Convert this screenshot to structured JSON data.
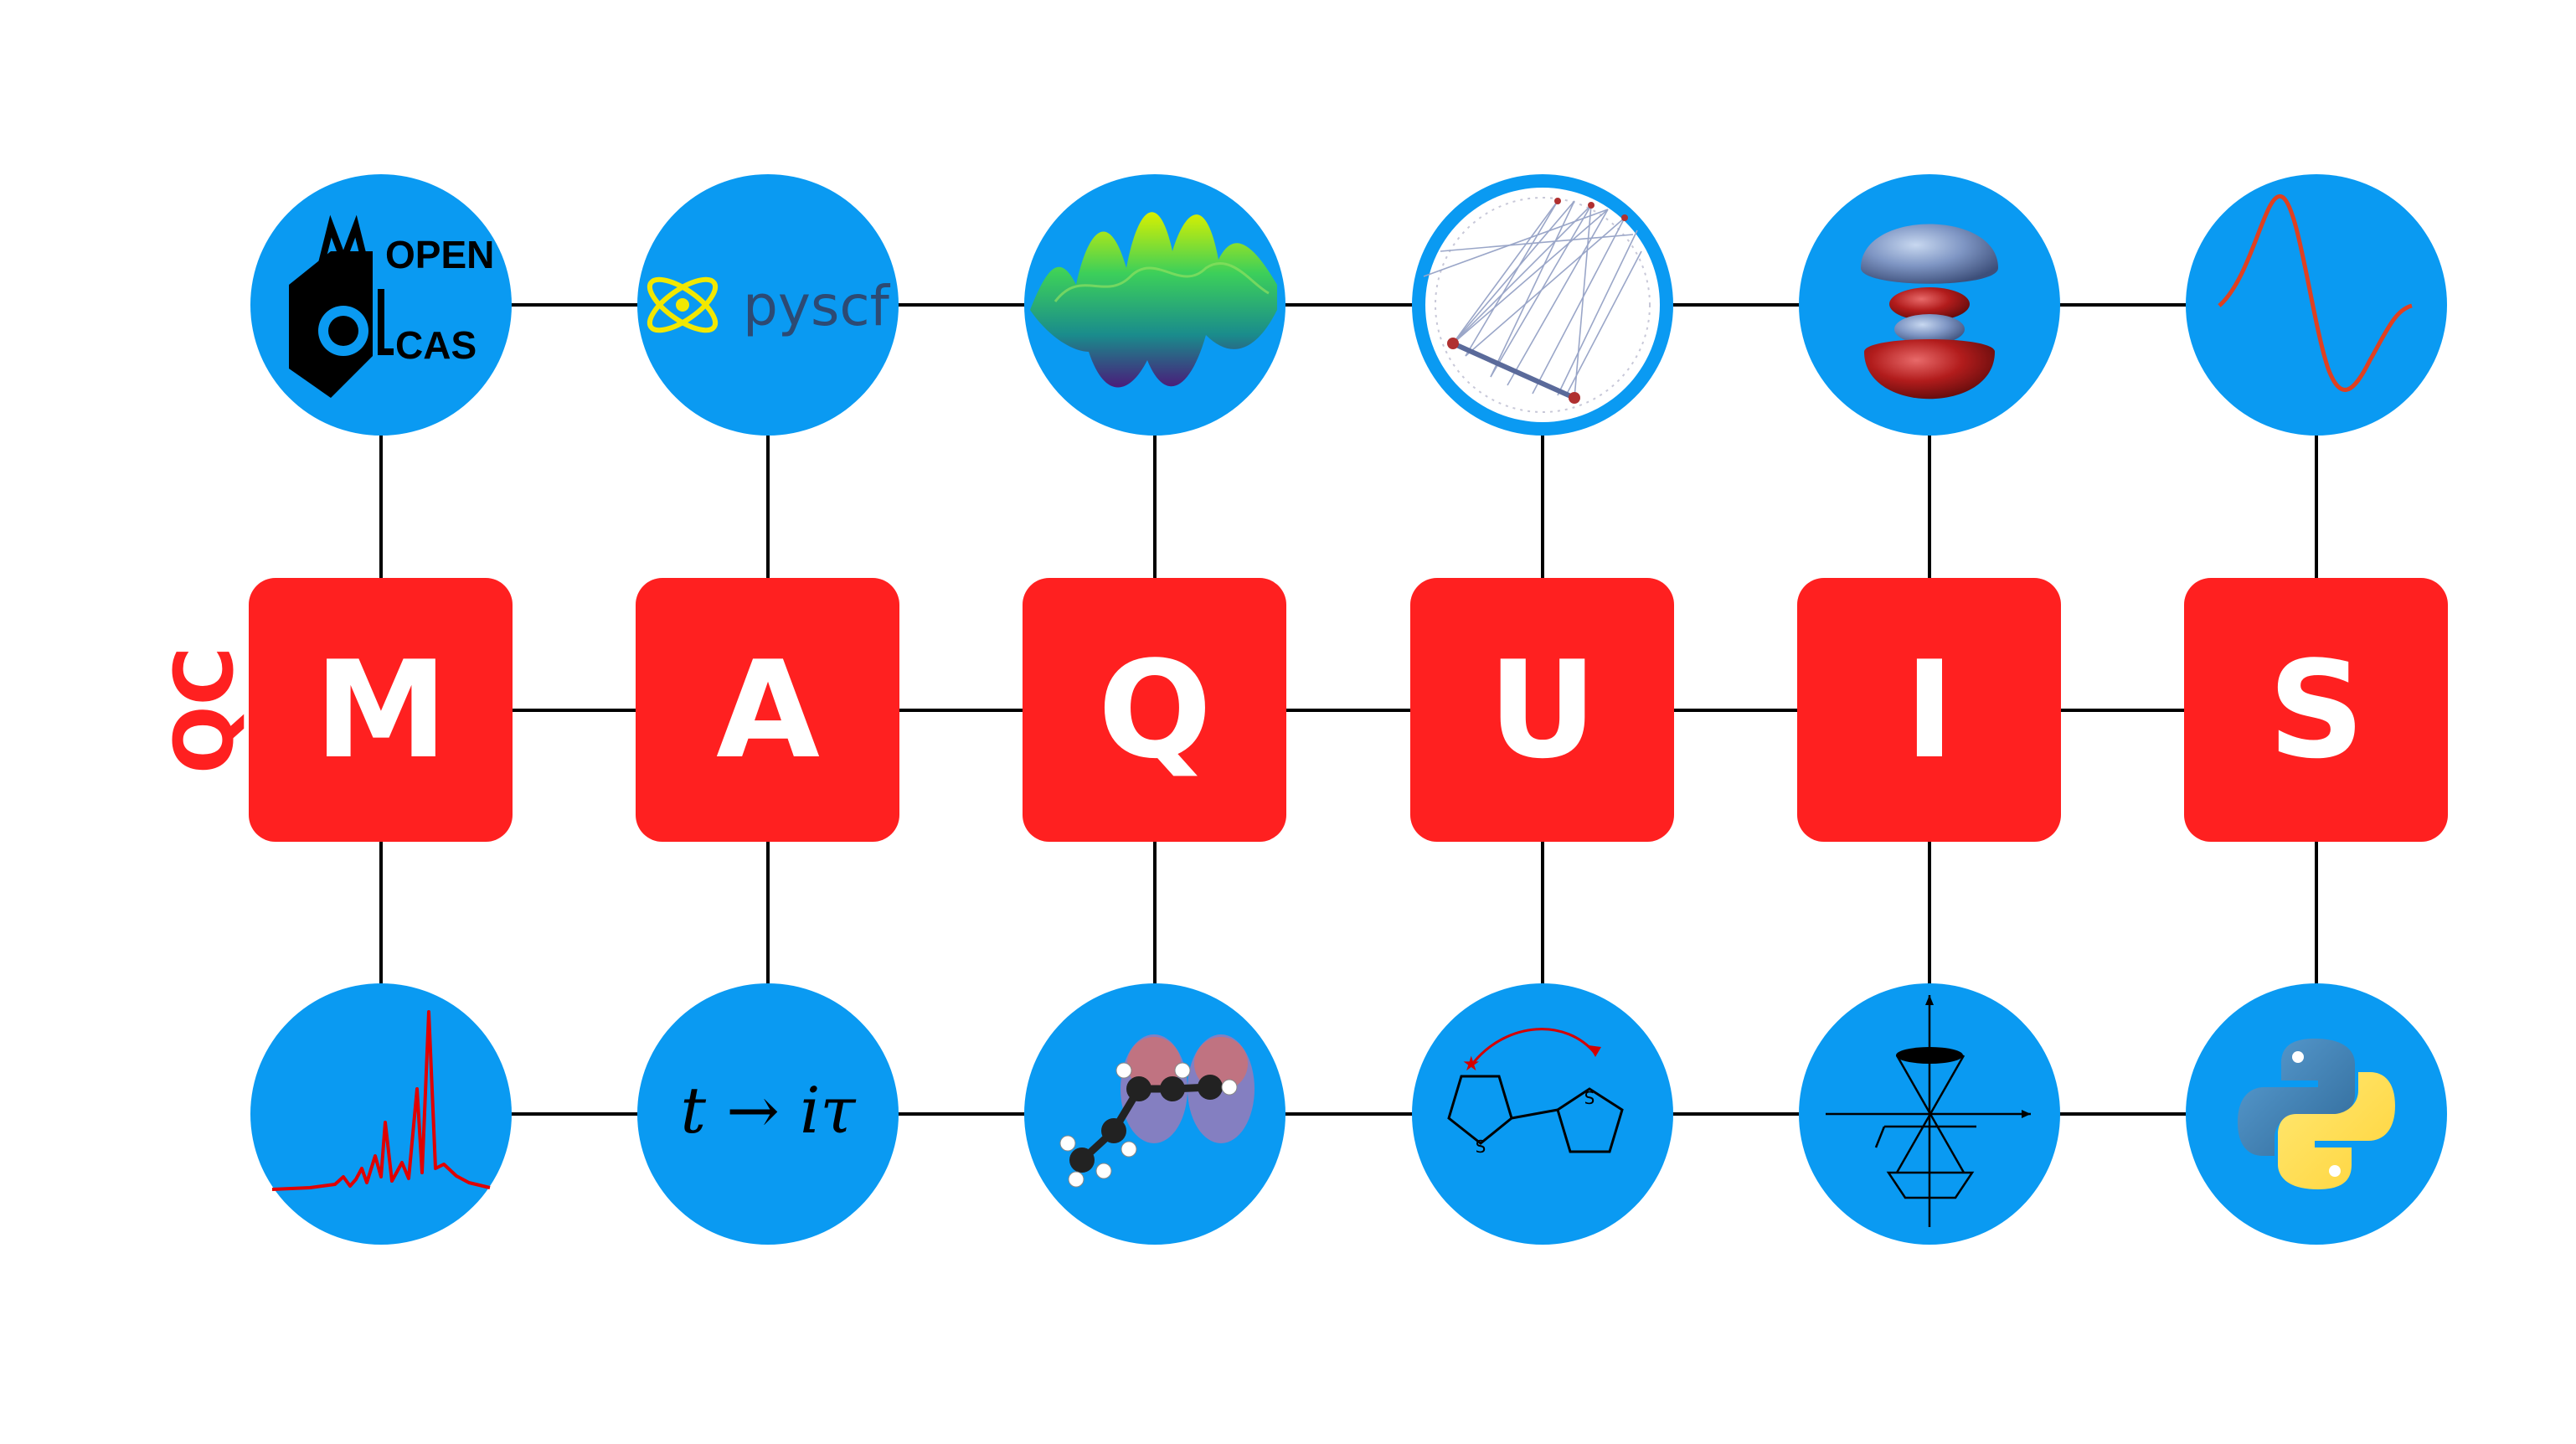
{
  "side_label": "QC",
  "colors": {
    "tile": "#ff2020",
    "circle": "#0a9af2",
    "line": "#000000",
    "text_light": "#ffffff"
  },
  "tiles": [
    {
      "letter": "M"
    },
    {
      "letter": "A"
    },
    {
      "letter": "Q"
    },
    {
      "letter": "U"
    },
    {
      "letter": "I"
    },
    {
      "letter": "S"
    }
  ],
  "top_icons": [
    {
      "name": "openmolcas-logo",
      "text_open": "OPEN",
      "text_cas": "CAS"
    },
    {
      "name": "pyscf-logo",
      "text": "pyscf"
    },
    {
      "name": "energy-surface-icon"
    },
    {
      "name": "entanglement-graph-icon"
    },
    {
      "name": "orbital-icon"
    },
    {
      "name": "wavefunction-curve-icon"
    }
  ],
  "bottom_icons": [
    {
      "name": "spectrum-icon"
    },
    {
      "name": "imaginary-time-formula",
      "formula": "t → iτ"
    },
    {
      "name": "molecule-orbital-icon"
    },
    {
      "name": "bithiophene-icon",
      "atom_label": "S"
    },
    {
      "name": "light-cone-icon"
    },
    {
      "name": "python-logo-icon"
    }
  ]
}
